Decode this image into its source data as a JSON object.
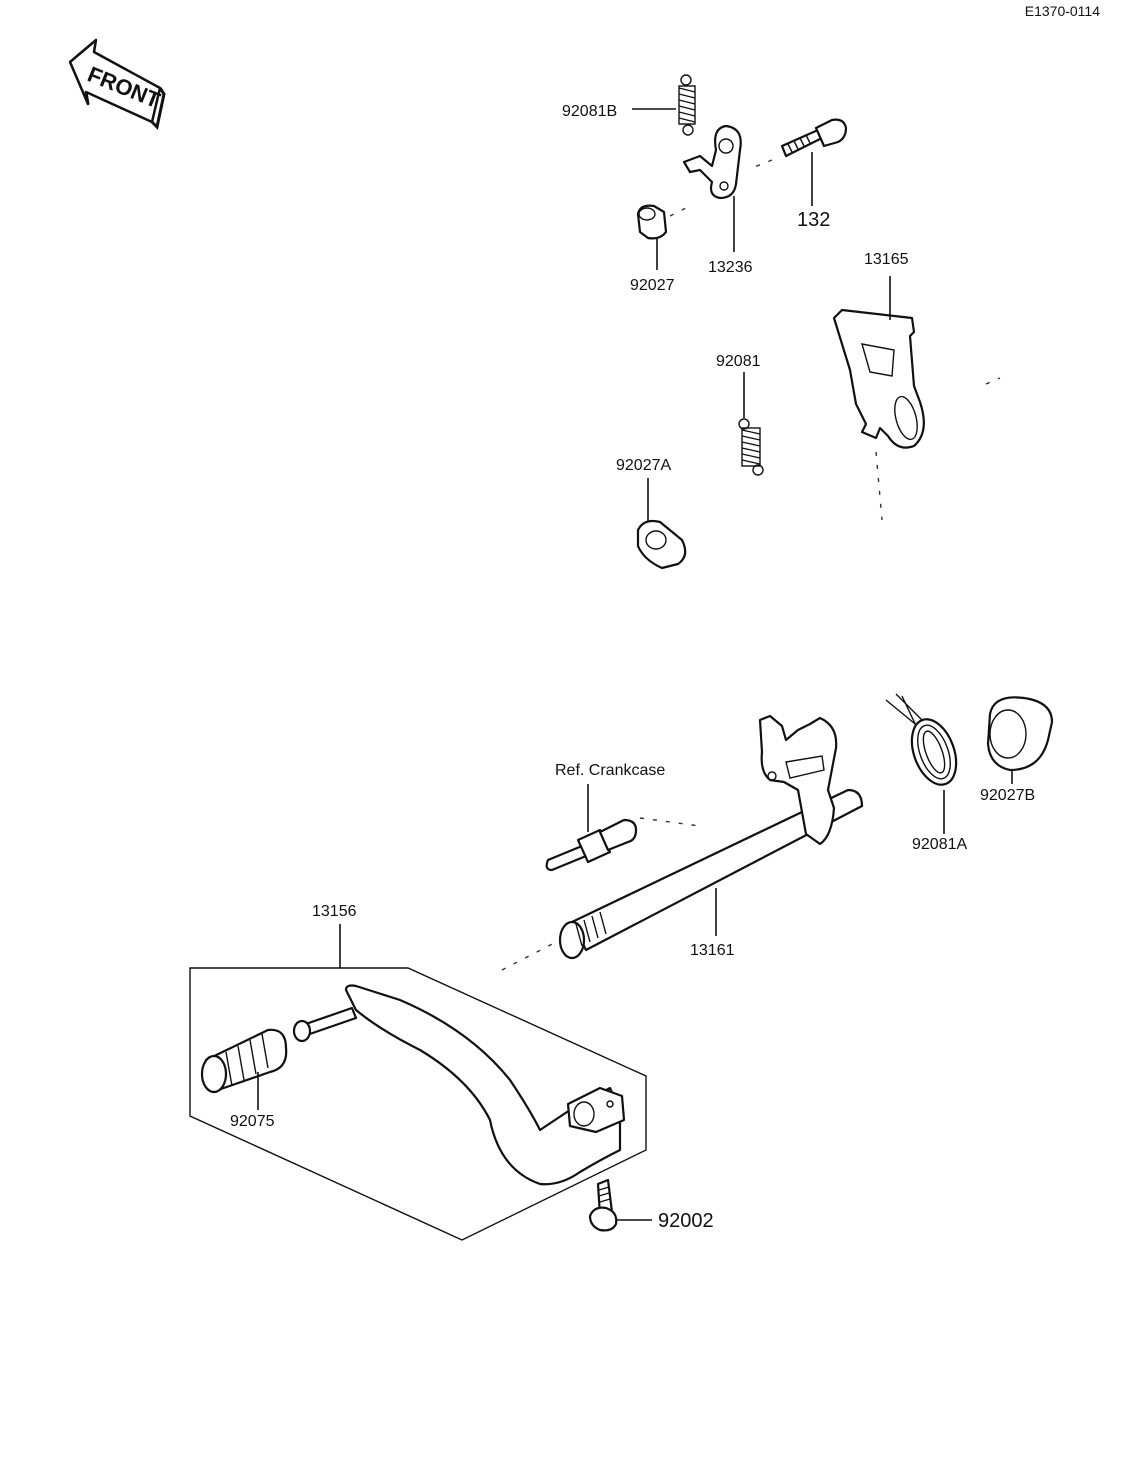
{
  "diagram_code": "E1370-0114",
  "front_arrow_label": "FRONT",
  "parts": {
    "spring_b": "92081B",
    "bolt": "132",
    "lever_plate": "13236",
    "collar": "92027",
    "lever_arm": "13165",
    "spring": "92081",
    "collar_a": "92027A",
    "crankcase_ref": "Ref. Crankcase",
    "torsion_spring": "92081A",
    "collar_b": "92027B",
    "shift_shaft": "13161",
    "pedal_assy": "13156",
    "rubber": "92075",
    "pedal_bolt": "92002"
  }
}
